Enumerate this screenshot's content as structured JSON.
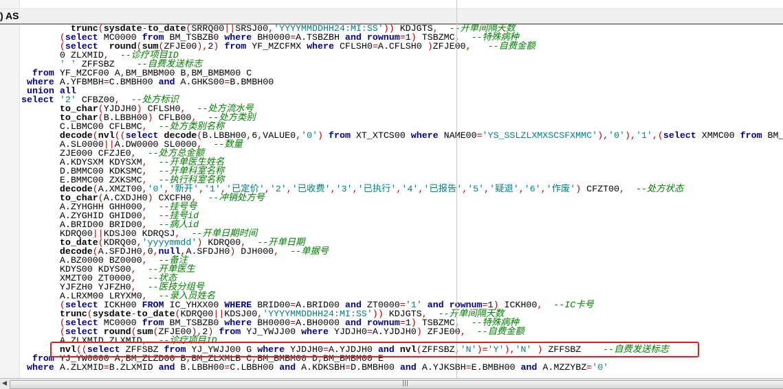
{
  "header": {
    "text": ") AS"
  },
  "code_lines": [
    "         trunc(sysdate-to_date(SRRQ00||SRSJ00,'YYYYMMDDHH24:MI:SS')) KDJGTS,  --开单间隔天数",
    "       (select MC0000 from BM_TSBZB0 where BH0000=A.TSBZBH and rownum=1) TSBZMC,  --特殊病种",
    "       (select  round(sum(ZFJE00),2) from YF_MZCFMX where CFLSH0=A.CFLSH0 )ZFJE00,   --自费金额",
    "       0 ZLXMID,  --诊疗项目ID",
    "       ' ' ZFFSBZ    --自费发送标志",
    "  from YF_MZCF00 A,BM_BMBM00 B,BM_BMBM00 C",
    " where A.YFBMBH=C.BMBH00 and A.GHKS00=B.BMBH00",
    " union all",
    "select '2' CFBZ00,  --处方标识",
    "       to_char(YJDJH0) CFLSH0,  --处方流水号",
    "       to_char(B.LBBH00) CFLB00,  --处方类别",
    "       C.LBMC00 CFLBMC,  --处方类别名称",
    "       decode(nvl((select decode(B.LBBH00,6,VALUE0,'0') from XT_XTCS00 where NAME00='YS_SSLZLXMXSCSFXMMC'),'0'),'1',(select XMMC00 from BM_",
    "       A.SL0000||A.DW0000 SL0000,  --数量",
    "       ZJE000 CFZJE0,  --处方总金额",
    "       A.KDYSXM KDYSXM,  --开单医生姓名",
    "       D.BMMC00 KDKSMC,  --开单科室名称",
    "       E.BMMC00 ZXKSMC,  --执行科室名称",
    "       decode(A.XMZT00,'0','新开','1','已定价','2','已收费','3','已执行','4','已报告','5','疑退','6','作废') CFZT00,  --处方状态",
    "       to_char(A.CXDJH0) CXCFH0,  --冲销处方号",
    "       A.ZYHGHH GHH000,  --挂号号",
    "       A.ZYGHID GHID00,  --挂号id",
    "       A.BRID00 BRID00,  --病人id",
    "       KDRQ00||KDSJ00 KDRQSJ,  --开单日期时间",
    "       to_date(KDRQ00,'yyyymmdd') KDRQ00,  --开单日期",
    "       decode(A.SFDJH0,0,null,A.SFDJH0) DJH000,  --单据号",
    "       A.BZ0000 BZ0000,  --备注",
    "       KDYS00 KDYS00,  --开单医生",
    "       XMZT00 ZT0000,  --状态",
    "       YJFZH0 YJFZH0,  --医技分组号",
    "       A.LRXM00 LRYXM0,  --录入员姓名",
    "       (select ICKH00 FROM IC_YHXX00 WHERE BRID00=A.BRID00 and ZT0000='1' and rownum=1) ICKH00,  --IC卡号",
    "       trunc(sysdate-to_date(KDRQ00||KDSJ00,'YYYYMMDDHH24:MI:SS')) KDJGTS,  --开单间隔天数",
    "       (select MC0000 from BM_TSBZB0 where BH0000=A.BH0000 and rownum=1) TSBZMC,  --特殊病种",
    "       (select round(sum(ZFJE00),2) from YJ_YWJJ00 where YJDJH0=A.YJDJH0) ZFJE00,  --自费金额",
    "       A.ZLXMID ZLXMID,  --诊疗项目ID",
    "       nvl((select ZFFSBZ from YJ_YWJJ00 G where YJDJH0=A.YJDJH0 and nvl(ZFFSBZ,'N')='Y'),'N' ) ZFFSBZ    --自费发送标志",
    "  from YJ_YW0000 A,BM_ZLZD00 B,BM_ZLXMLB C,BM_BMBM00 D,BM_BMBM00 E",
    " where A.ZLXMID=B.ZLXMID and B.LBBH00=C.LBBH00 and A.KDKSBH=D.BMBH00 and A.YJKSBH=E.BMBH00 and A.MZZYBZ='0'"
  ],
  "colors": {
    "keyword": "#00008b",
    "string": "#008080",
    "comment": "#008000",
    "operator": "#c00000",
    "highlight_box": "#e02020"
  }
}
